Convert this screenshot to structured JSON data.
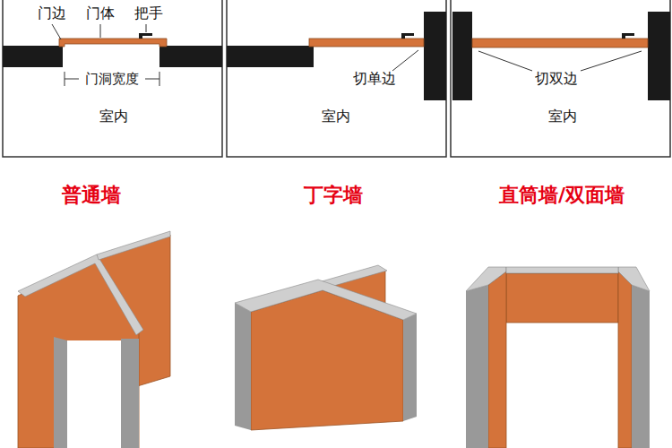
{
  "diagram": {
    "labels": [
      "门边",
      "门体",
      "把手",
      "门洞宽度",
      "室内",
      "切单边",
      "室内",
      "切双边",
      "室内",
      "普通墙",
      "丁字墙",
      "直筒墙/双面墙"
    ]
  }
}
